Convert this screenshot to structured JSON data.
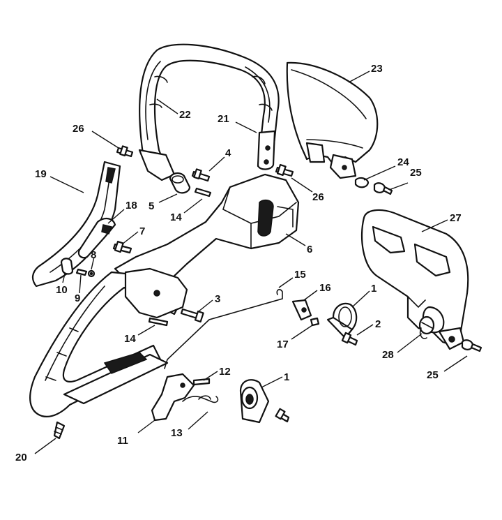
{
  "callouts": [
    "1",
    "1",
    "2",
    "3",
    "4",
    "5",
    "6",
    "7",
    "8",
    "9",
    "10",
    "11",
    "12",
    "13",
    "14",
    "14",
    "15",
    "16",
    "17",
    "18",
    "19",
    "20",
    "21",
    "22",
    "23",
    "24",
    "25",
    "25",
    "26",
    "26",
    "27",
    "28"
  ]
}
